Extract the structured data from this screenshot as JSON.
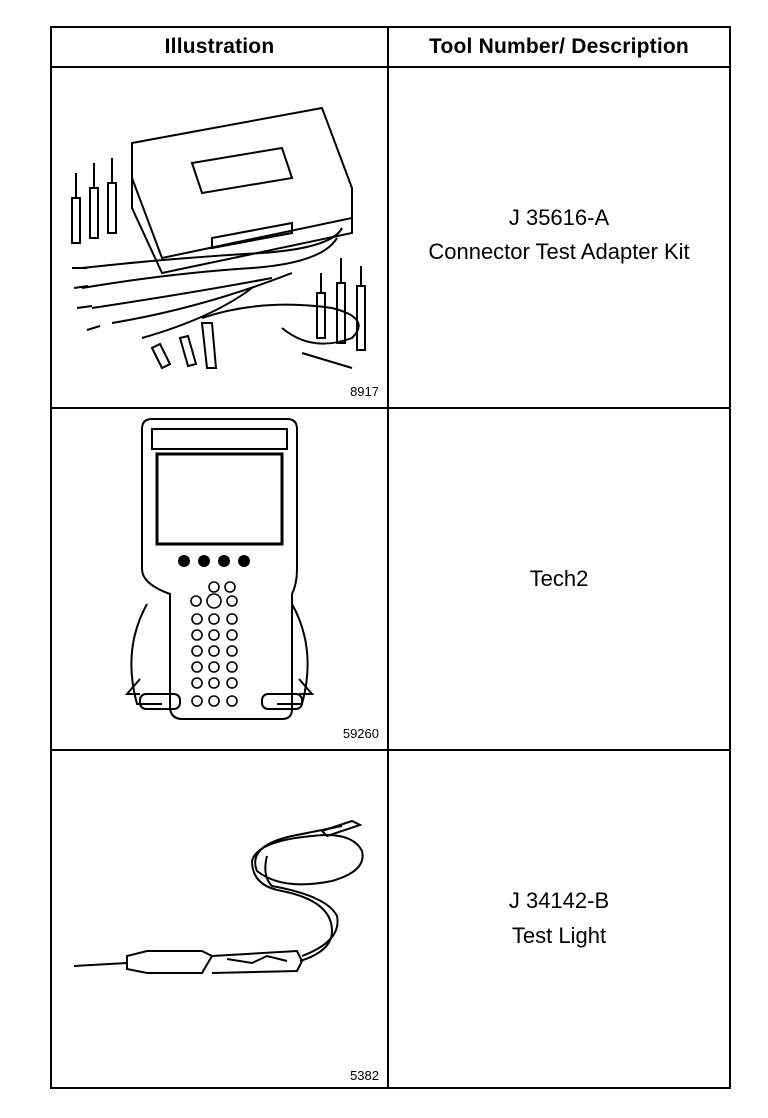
{
  "headers": {
    "illustration": "Illustration",
    "tool": "Tool Number/ Description"
  },
  "rows": [
    {
      "figure": "8917",
      "tool_number": "J 35616-A",
      "description": "Connector Test Adapter Kit"
    },
    {
      "figure": "59260",
      "tool_number": "",
      "description": "Tech2"
    },
    {
      "figure": "5382",
      "tool_number": "J 34142-B",
      "description": "Test Light"
    }
  ]
}
